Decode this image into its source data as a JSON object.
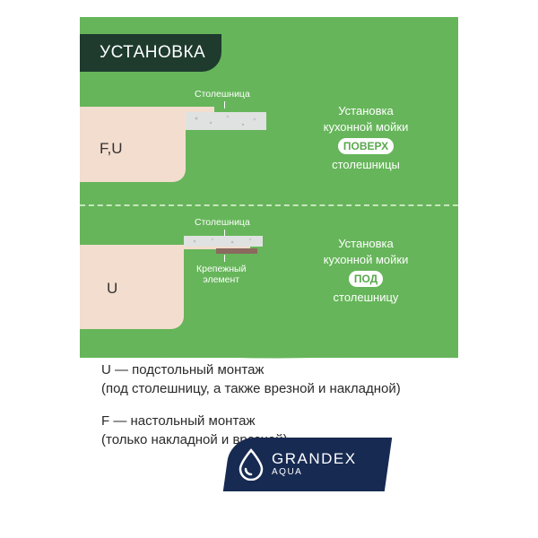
{
  "header": {
    "title": "УСТАНОВКА"
  },
  "top_section": {
    "sink_label": "F,U",
    "countertop_label": "Столешница",
    "desc_line1": "Установка",
    "desc_line2": "кухонной мойки",
    "pill": "ПОВЕРХ",
    "desc_line3": "столешницы"
  },
  "bottom_section": {
    "sink_label": "U",
    "countertop_label": "Столешница",
    "fastener_line1": "Крепежный",
    "fastener_line2": "элемент",
    "desc_line1": "Установка",
    "desc_line2": "кухонной мойки",
    "pill": "ПОД",
    "desc_line3": "столешницу"
  },
  "legend": {
    "u_line1": "U — подстольный монтаж",
    "u_line2": "(под столешницу, а также врезной и накладной)",
    "f_line1": "F — настольный монтаж",
    "f_line2": "(только накладной и врезной)"
  },
  "brand": {
    "name": "GRANDEX",
    "sub": "AQUA"
  },
  "colors": {
    "green": "#66b55a",
    "dark_green": "#1e3b2e",
    "navy": "#172a52",
    "sink": "#f3ddce"
  }
}
